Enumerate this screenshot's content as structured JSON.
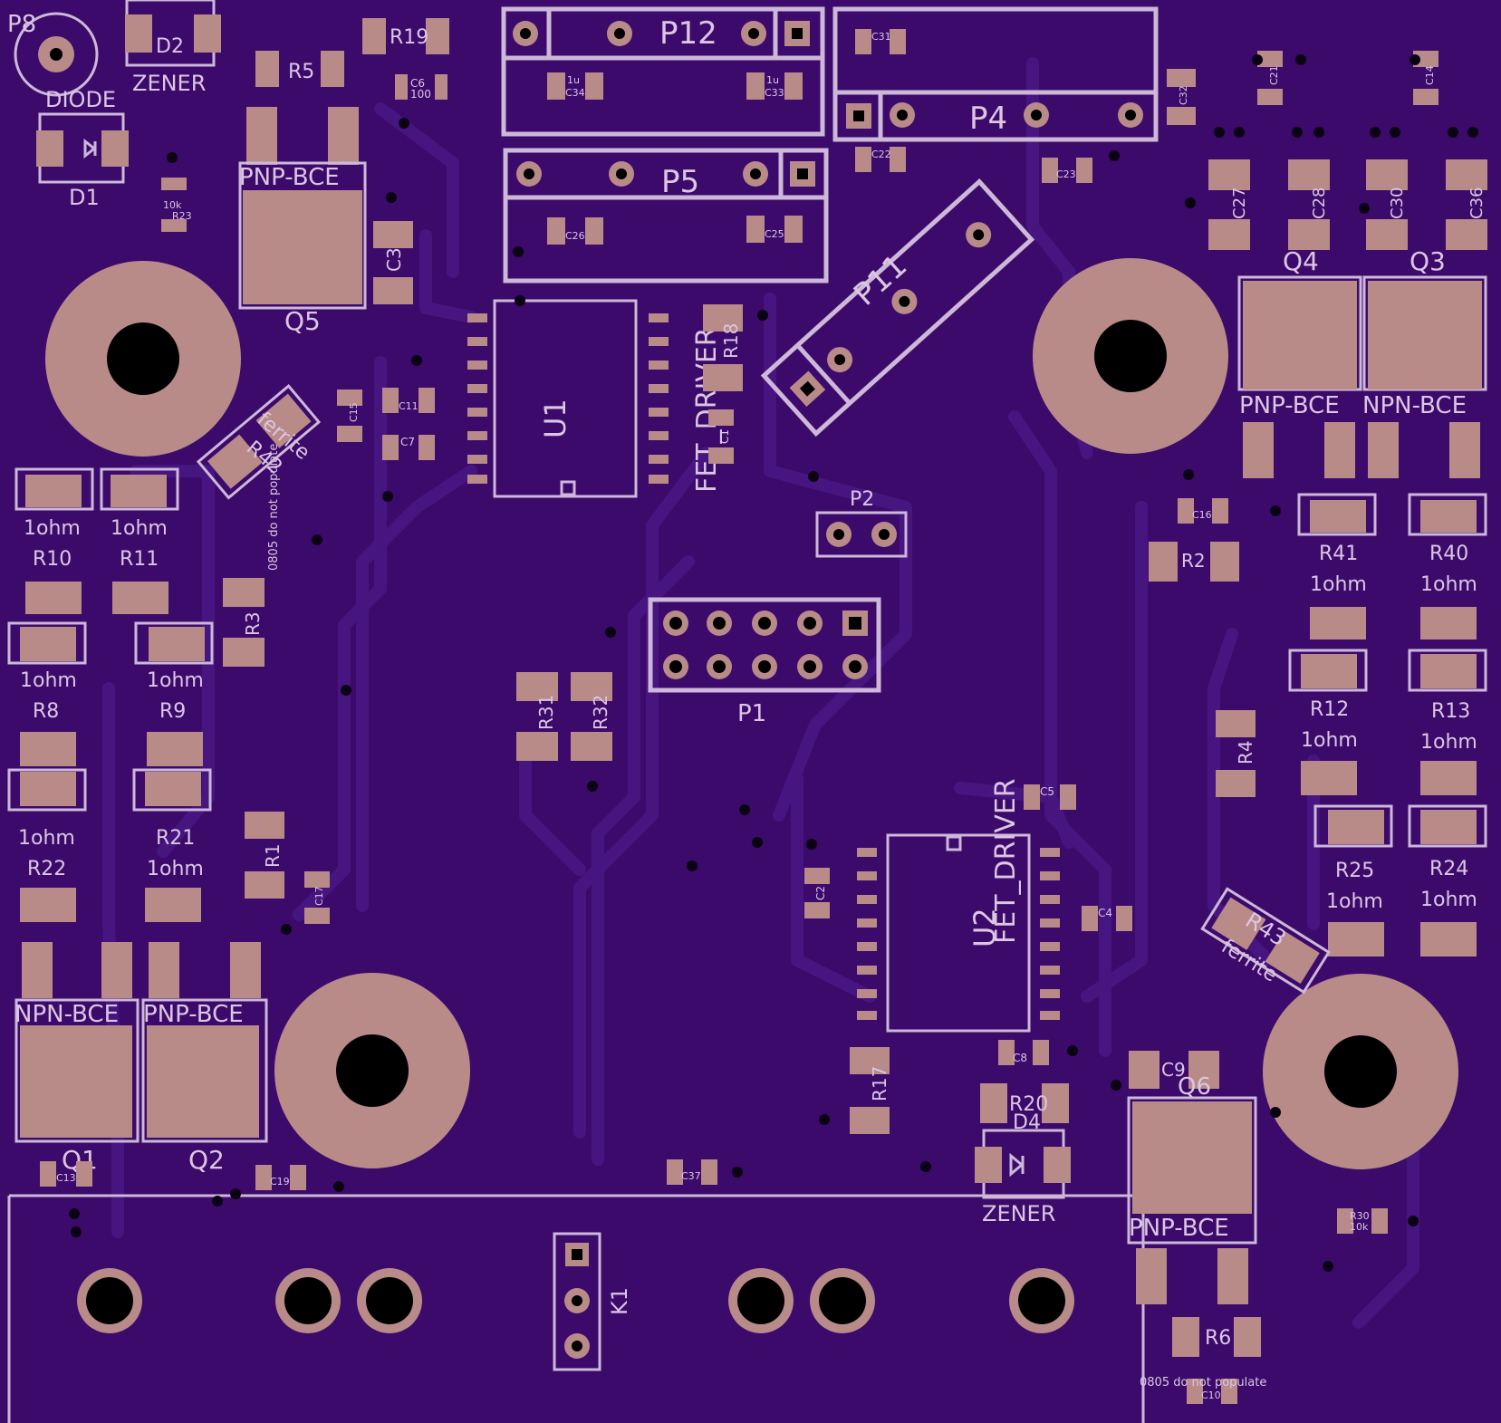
{
  "board": {
    "colors": {
      "substrate": "#3b0a6b",
      "copper": "#b88b88",
      "silkscreen": "#cdb8d8",
      "trace": "#471580"
    },
    "labels": {
      "p8": "P8",
      "diode": "DIODE",
      "d1": "D1",
      "d2": "D2",
      "zener_top": "ZENER",
      "r19": "R19",
      "r5": "R5",
      "c6": "C6",
      "c6v": "100",
      "p12": "P12",
      "c34": "C34",
      "c33": "C33",
      "v1u": "1u",
      "p5": "P5",
      "c26": "C26",
      "c25": "C25",
      "c31": "C31",
      "c32": "C32",
      "c22": "C22",
      "c23": "C23",
      "p4": "P4",
      "c21": "C21",
      "c14": "C14",
      "r23": "R23",
      "r23v": "10k",
      "pnp_bce": "PNP-BCE",
      "npn_bce": "NPN-BCE",
      "q5": "Q5",
      "c3": "C3",
      "u1": "U1",
      "fet_driver": "FET_DRIVER",
      "r18": "R18",
      "c11": "C11",
      "c7": "C7",
      "c1": "C1",
      "c15": "C15",
      "dnp": "0805 do not populate",
      "p11": "P11",
      "p2": "P2",
      "c27": "C27",
      "c28": "C28",
      "c30": "C30",
      "c36": "C36",
      "q4": "Q4",
      "q3": "Q3",
      "ferrite": "ferrite",
      "r42": "R42",
      "r43": "R43",
      "one_ohm": "1ohm",
      "r10": "R10",
      "r11": "R11",
      "r3": "R3",
      "r8": "R8",
      "r9": "R9",
      "r21": "R21",
      "r22": "R22",
      "r1": "R1",
      "c17": "C17",
      "r41": "R41",
      "r40": "R40",
      "r12": "R12",
      "r13": "R13",
      "r25": "R25",
      "r24": "R24",
      "r2": "R2",
      "r4": "R4",
      "c16": "C16",
      "p1": "P1",
      "r31": "R31",
      "r32": "R32",
      "c5": "C5",
      "c2": "C2",
      "c4": "C4",
      "u2": "U2",
      "r17": "R17",
      "c8": "C8",
      "r20": "R20",
      "d4": "D4",
      "zener_bot": "ZENER",
      "c9": "C9",
      "q6": "Q6",
      "q1": "Q1",
      "q2": "Q2",
      "c13": "C13",
      "c19": "C19",
      "c37": "C37",
      "k1": "K1",
      "r6": "R6",
      "r30": "R30",
      "r30v": "10k",
      "c10": "C10"
    }
  }
}
